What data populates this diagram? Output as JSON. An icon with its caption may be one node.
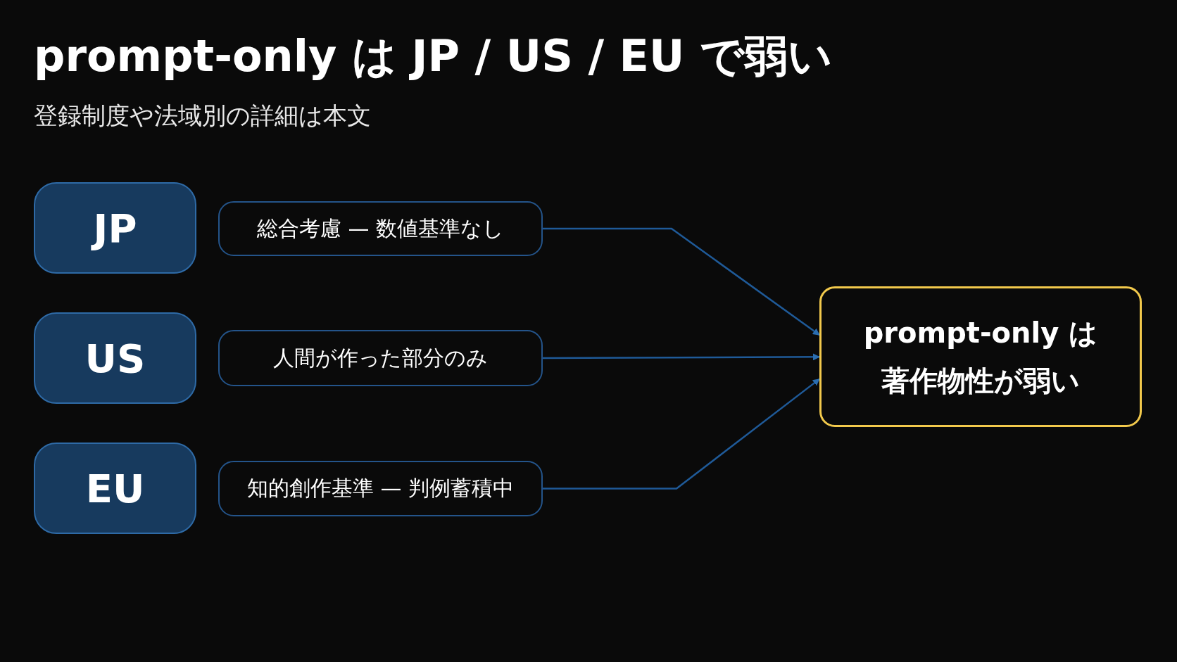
{
  "diagram": {
    "title": "prompt-only は JP / US / EU で弱い",
    "caption": "登録制度や法域別の詳細は本文",
    "nodes": [
      {
        "text": [
          "JP"
        ]
      },
      {
        "text": [
          "US"
        ]
      },
      {
        "text": [
          "EU"
        ]
      },
      {
        "text": [
          "総合考慮 — 数値基準なし"
        ]
      },
      {
        "text": [
          "人間が作った部分のみ"
        ]
      },
      {
        "text": [
          "知的創作基準 — 判例蓄積中"
        ]
      },
      {
        "text": [
          "prompt-only は著作物性が弱い"
        ]
      }
    ],
    "edges": [
      {
        "from": 3,
        "to": 6,
        "arrow": "to"
      },
      {
        "from": 4,
        "to": 6,
        "arrow": "to"
      },
      {
        "from": 5,
        "to": 6,
        "arrow": "to"
      }
    ]
  }
}
